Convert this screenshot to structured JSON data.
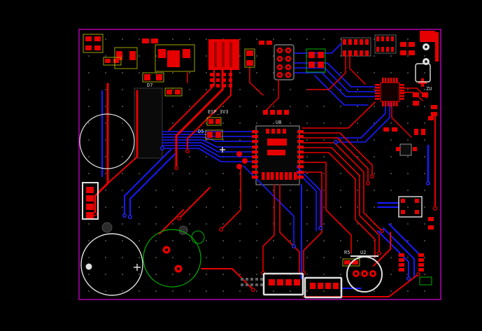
{
  "board": {
    "layers": {
      "top_copper": "#e60000",
      "bottom_copper": "#1a1aff",
      "board_outline": "#b000b0",
      "silkscreen_white": "#e0e0e0",
      "silkscreen_green": "#00b000",
      "silkscreen_yellow": "#b4b400",
      "background": "#000000"
    },
    "labels": [
      {
        "kind": "net-label",
        "text": "ESP_3V3"
      },
      {
        "kind": "ic-refdes",
        "text": "U8"
      },
      {
        "kind": "diode-refdes",
        "text": "D5"
      },
      {
        "kind": "diode-refdes",
        "text": "D7"
      },
      {
        "kind": "ic-refdes",
        "text": "U2"
      },
      {
        "kind": "res-refdes",
        "text": "R5"
      },
      {
        "kind": "marking",
        "text": "ZU"
      }
    ]
  }
}
